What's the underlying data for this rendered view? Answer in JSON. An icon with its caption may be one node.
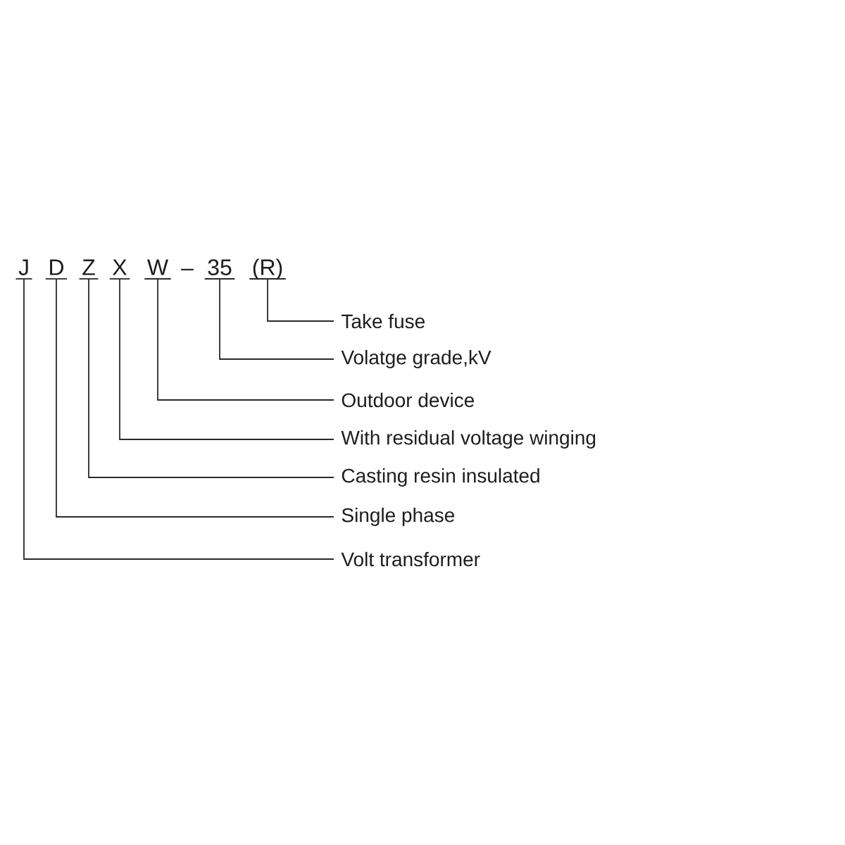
{
  "diagram": {
    "nodes": [
      {
        "text": [
          "J"
        ]
      },
      {
        "text": [
          "D"
        ]
      },
      {
        "text": [
          "Z"
        ]
      },
      {
        "text": [
          "X"
        ]
      },
      {
        "text": [
          "W"
        ]
      },
      {
        "text": [
          "35"
        ]
      },
      {
        "text": [
          "(R)"
        ]
      },
      {
        "text": [
          "Take fuse"
        ]
      },
      {
        "text": [
          "Volatge grade,kV"
        ]
      },
      {
        "text": [
          "Outdoor device"
        ]
      },
      {
        "text": [
          "With residual voltage winging"
        ]
      },
      {
        "text": [
          "Casting resin insulated"
        ]
      },
      {
        "text": [
          "Single phase"
        ]
      },
      {
        "text": [
          "Volt transformer"
        ]
      }
    ],
    "edges": [
      {
        "from": 6,
        "to": 7,
        "arrow": "none"
      },
      {
        "from": 5,
        "to": 8,
        "arrow": "none"
      },
      {
        "from": 4,
        "to": 9,
        "arrow": "none"
      },
      {
        "from": 3,
        "to": 10,
        "arrow": "none"
      },
      {
        "from": 2,
        "to": 11,
        "arrow": "none"
      },
      {
        "from": 1,
        "to": 12,
        "arrow": "none"
      },
      {
        "from": 0,
        "to": 13,
        "arrow": "none"
      }
    ],
    "labels": [
      "–"
    ]
  }
}
